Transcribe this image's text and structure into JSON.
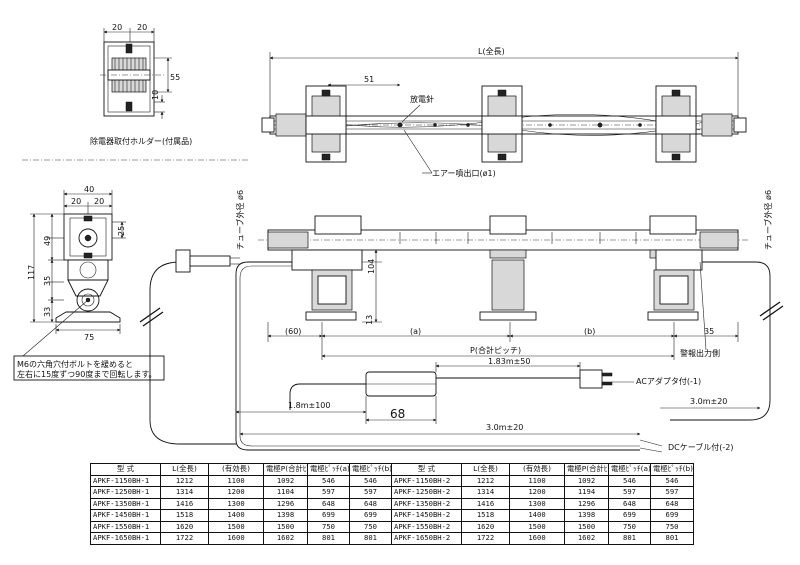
{
  "holder": {
    "dims": [
      "20",
      "20",
      "55",
      "10"
    ],
    "caption": "除電器取付ホルダー(付属品)"
  },
  "top_view": {
    "length_label": "L(全長)",
    "dim_51": "51",
    "needle_label": "放電針",
    "outlet_label": "エアー噴出口(ø1)"
  },
  "side_view": {
    "dims": [
      "40",
      "20",
      "20",
      "49",
      "25",
      "117",
      "35",
      "33",
      "75"
    ]
  },
  "front_view": {
    "tube_label_left": "チューブ外径 ø6",
    "tube_label_right": "チューブ外径 ø6",
    "dim_104": "104",
    "dim_13": "13",
    "dim_60": "(60)",
    "dim_a": "(a)",
    "dim_b": "(b)",
    "dim_35": "35",
    "pitch_label": "P(合計ピッチ)",
    "alarm_label": "警報出力側",
    "bolt_note_1": "M6の六角穴付ボルトを緩めると",
    "bolt_note_2": "左右に15度ずつ90度まで回転します。"
  },
  "cables": {
    "ac_cable_len": "1.83m±50",
    "ac_adapter_label": "ACアダプタ付(-1)",
    "ac_tail_len": "3.0m±20",
    "cable_18": "1.8m±100",
    "box_68": "68",
    "dc_len": "3.0m±20",
    "dc_cable_label": "DCケーブル付(-2)"
  },
  "table": {
    "headers": [
      "型 式",
      "L(全長)",
      "(有効長)",
      "電極P(合計ﾋﾟｯﾁ)",
      "電極ﾋﾟｯﾁ(a)",
      "電極ﾋﾟｯﾁ(b)",
      "型 式",
      "L(全長)",
      "(有効長)",
      "電極P(合計ﾋﾟｯﾁ)",
      "電極ﾋﾟｯﾁ(a)",
      "電極ﾋﾟｯﾁ(b)"
    ],
    "rows": [
      [
        "APKF-1150BH-1",
        "1212",
        "1100",
        "1092",
        "546",
        "546",
        "APKF-1150BH-2",
        "1212",
        "1100",
        "1092",
        "546",
        "546"
      ],
      [
        "APKF-1250BH-1",
        "1314",
        "1200",
        "1104",
        "597",
        "597",
        "APKF-1250BH-2",
        "1314",
        "1200",
        "1194",
        "597",
        "597"
      ],
      [
        "APKF-1350BH-1",
        "1416",
        "1300",
        "1296",
        "648",
        "648",
        "APKF-1350BH-2",
        "1416",
        "1300",
        "1296",
        "648",
        "648"
      ],
      [
        "APKF-1450BH-1",
        "1518",
        "1400",
        "1398",
        "699",
        "699",
        "APKF-1450BH-2",
        "1518",
        "1400",
        "1398",
        "699",
        "699"
      ],
      [
        "APKF-1550BH-1",
        "1620",
        "1500",
        "1500",
        "750",
        "750",
        "APKF-1550BH-2",
        "1620",
        "1500",
        "1500",
        "750",
        "750"
      ],
      [
        "APKF-1650BH-1",
        "1722",
        "1600",
        "1602",
        "801",
        "801",
        "APKF-1650BH-2",
        "1722",
        "1600",
        "1602",
        "801",
        "801"
      ]
    ]
  }
}
